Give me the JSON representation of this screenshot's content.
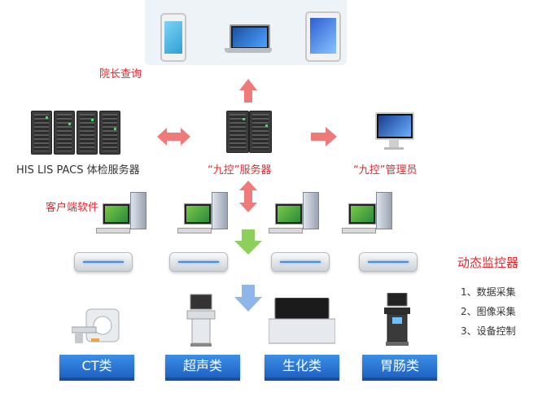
{
  "labels": {
    "dean_query": "院长查询",
    "his_servers": "HIS LIS PACS 体检服务器",
    "jiukong_server": "“九控”服务器",
    "jiukong_admin": "“九控”管理员",
    "client_software": "客户端软件",
    "dynamic_monitor": "动态监控器"
  },
  "features": [
    "1、数据采集",
    "2、图像采集",
    "3、设备控制"
  ],
  "categories": [
    "CT类",
    "超声类",
    "生化类",
    "胃肠类"
  ],
  "colors": {
    "label_red": "#e8262b",
    "arrow_red": "#ef7a7a",
    "arrow_green": "#8ccf5a",
    "arrow_blue": "#8fb6e8",
    "category_blue": "#2f7fdc"
  }
}
